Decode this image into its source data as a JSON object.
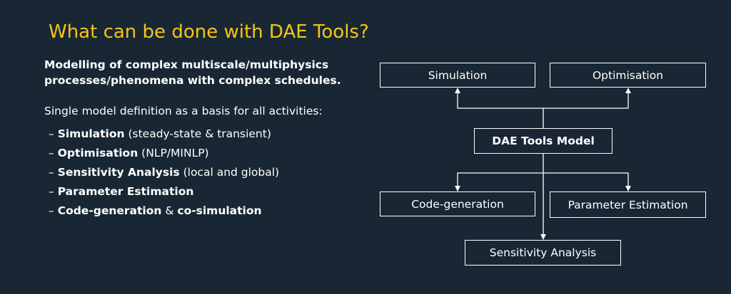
{
  "title": "What can be done with DAE Tools?",
  "subtitle": {
    "line1": "Modelling of complex multiscale/multiphysics",
    "line2": "processes/phenomena with complex schedules."
  },
  "intro": "Single model definition as a basis for all activities:",
  "activities": [
    {
      "dash": "–",
      "bold": "Simulation",
      "rest": " (steady-state & transient)"
    },
    {
      "dash": "–",
      "bold": "Optimisation",
      "rest": " (NLP/MINLP)"
    },
    {
      "dash": "–",
      "bold": "Sensitivity Analysis",
      "rest": " (local and global)"
    },
    {
      "dash": "–",
      "bold": "Parameter Estimation",
      "rest": ""
    },
    {
      "dash": "–",
      "bold": "Code-generation",
      "rest": " & ",
      "bold2": "co-simulation"
    }
  ],
  "diagram": {
    "center": "DAE Tools Model",
    "simulation": "Simulation",
    "optimisation": "Optimisation",
    "codegen": "Code-generation",
    "param_est": "Parameter Estimation",
    "sensitivity": "Sensitivity Analysis"
  },
  "colors": {
    "background": "#182733",
    "title": "#f5c518",
    "text": "#ffffff"
  }
}
